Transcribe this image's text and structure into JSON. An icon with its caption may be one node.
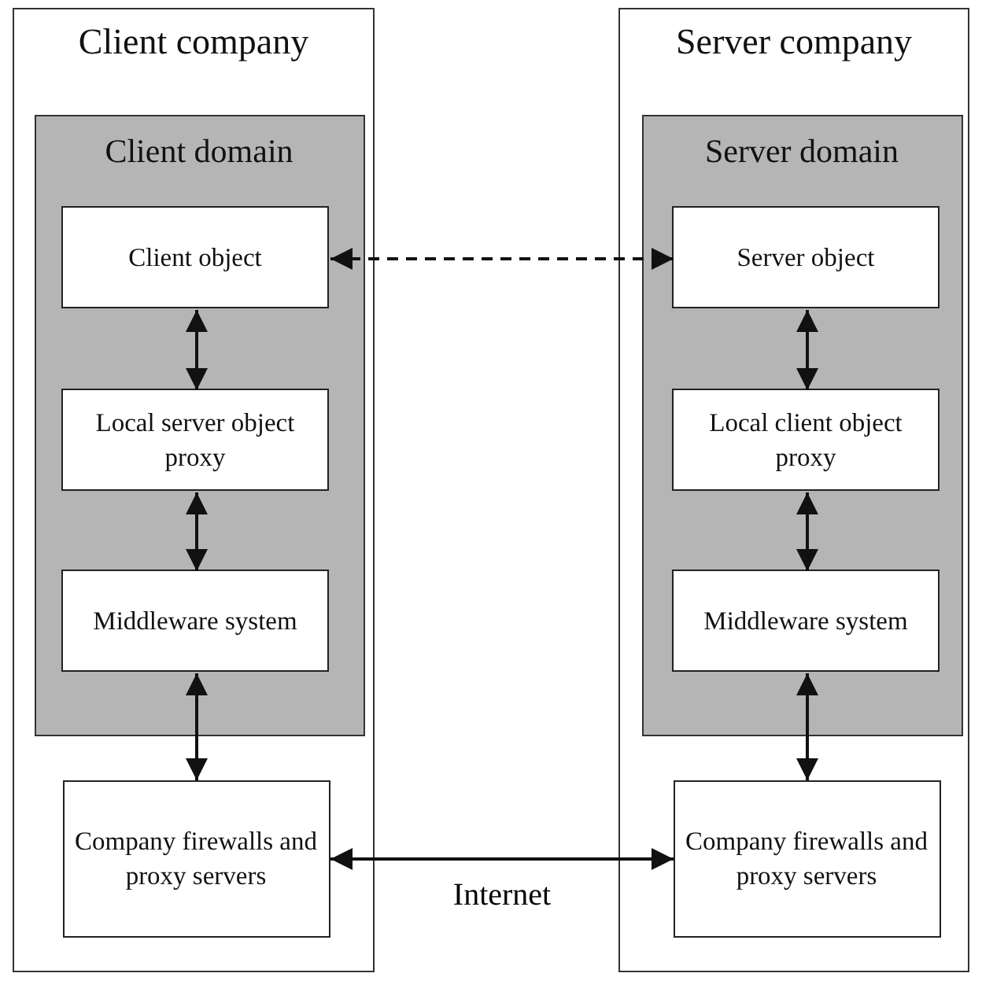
{
  "diagram": {
    "nodes": [
      {
        "text": [
          "Client company"
        ]
      },
      {
        "text": [
          "Client domain"
        ],
        "in": 0
      },
      {
        "text": [
          "Client object"
        ],
        "in": 1
      },
      {
        "text": [
          "Local server object proxy"
        ],
        "in": 1
      },
      {
        "text": [
          "Middleware system"
        ],
        "in": 1
      },
      {
        "text": [
          "Company firewalls and proxy servers"
        ],
        "in": 0
      },
      {
        "text": [
          "Server company"
        ]
      },
      {
        "text": [
          "Server domain"
        ],
        "in": 6
      },
      {
        "text": [
          "Server object"
        ],
        "in": 7
      },
      {
        "text": [
          "Local client object proxy"
        ],
        "in": 7
      },
      {
        "text": [
          "Middleware system"
        ],
        "in": 7
      },
      {
        "text": [
          "Company firewalls and proxy servers"
        ],
        "in": 6
      }
    ],
    "edges": [
      {
        "from": 2,
        "to": 8,
        "arrow": "both",
        "style": "dashed"
      },
      {
        "from": 2,
        "to": 3,
        "arrow": "both"
      },
      {
        "from": 3,
        "to": 4,
        "arrow": "both"
      },
      {
        "from": 4,
        "to": 5,
        "arrow": "both"
      },
      {
        "from": 8,
        "to": 9,
        "arrow": "both"
      },
      {
        "from": 9,
        "to": 10,
        "arrow": "both"
      },
      {
        "from": 10,
        "to": 11,
        "arrow": "both"
      },
      {
        "from": 5,
        "to": 11,
        "arrow": "both",
        "label": "Internet"
      }
    ]
  }
}
